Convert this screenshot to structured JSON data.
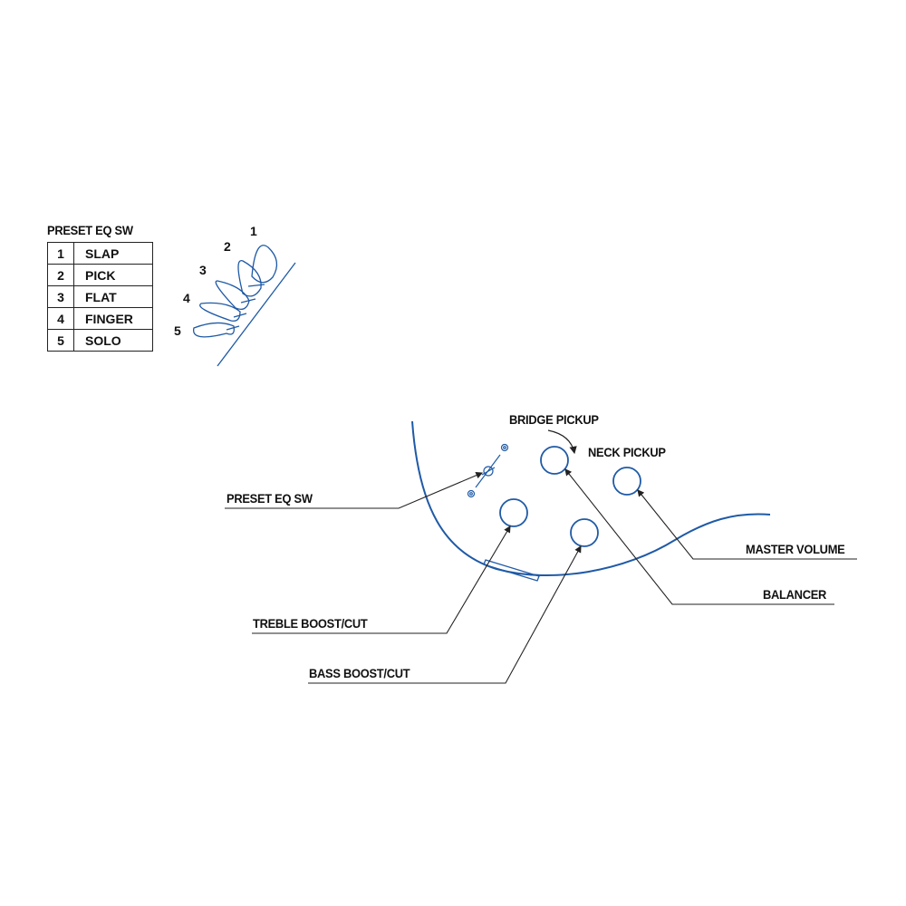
{
  "preset_table": {
    "title": "PRESET EQ SW",
    "rows": [
      {
        "num": "1",
        "name": "SLAP"
      },
      {
        "num": "2",
        "name": "PICK"
      },
      {
        "num": "3",
        "name": "FLAT"
      },
      {
        "num": "4",
        "name": "FINGER"
      },
      {
        "num": "5",
        "name": "SOLO"
      }
    ]
  },
  "switch_positions": [
    "1",
    "2",
    "3",
    "4",
    "5"
  ],
  "labels": {
    "bridge_pickup": "BRIDGE PICKUP",
    "neck_pickup": "NECK PICKUP",
    "preset_eq_sw": "PRESET EQ SW",
    "master_volume": "MASTER VOLUME",
    "balancer": "BALANCER",
    "treble": "TREBLE BOOST/CUT",
    "bass": "BASS BOOST/CUT"
  },
  "colors": {
    "outline_blue": "#1f5aa6",
    "text": "#111111",
    "leader": "#222222"
  }
}
